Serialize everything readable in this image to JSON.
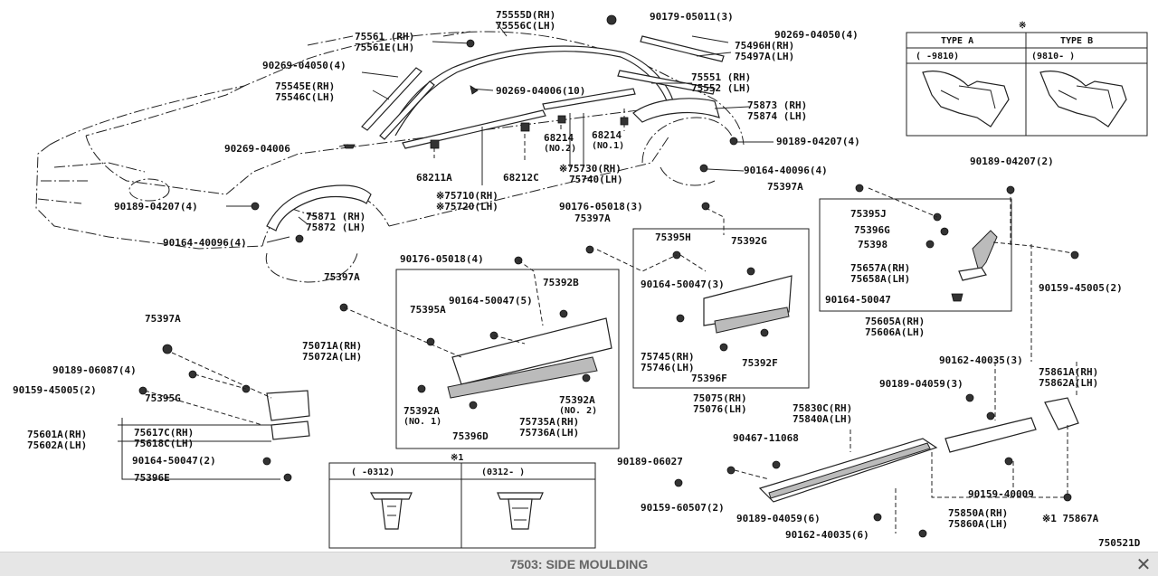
{
  "diagram": {
    "ref_code": "750521D",
    "type_table": {
      "mark": "※",
      "col_a_header": "TYPE  A",
      "col_b_header": "TYPE  B",
      "col_a_range": "(      -9810)",
      "col_b_range": "(9810-      )"
    },
    "clip_table": {
      "mark": "※1",
      "col_a_range": "(      -0312)",
      "col_b_range": "(0312-      )"
    },
    "labels": {
      "p75555d": "75555D(RH)",
      "p75556c": "75556C(LH)",
      "p90179": "90179-05011(3)",
      "p90269a": "90269-04050(4)",
      "p75496": "75496H(RH)",
      "p75497": "75497A(LH)",
      "p75561": "75561 (RH)",
      "p75561e": "75561E(LH)",
      "p90269b": "90269-04050(4)",
      "p75545e": "75545E(RH)",
      "p75546c": "75546C(LH)",
      "p90269c": "90269-04006(10)",
      "p75551": "75551 (RH)",
      "p75552": "75552 (LH)",
      "p75873": "75873 (RH)",
      "p75874": "75874 (LH)",
      "p90269d": "90269-04006",
      "p68214a": "68214",
      "p68214a_no": "(NO.2)",
      "p68214b": "68214",
      "p68214b_no": "(NO.1)",
      "p90189a": "90189-04207(4)",
      "p68211a": "68211A",
      "p68212c": "68212C",
      "p75730": "※75730(RH)",
      "p75740": "75740(LH)",
      "p90164a": "90164-40096(4)",
      "p75710": "※75710(RH)",
      "p75720": "※75720(LH)",
      "p90189b": "90189-04207(4)",
      "p75871": "75871 (RH)",
      "p75872": "75872 (LH)",
      "p90164b": "90164-40096(4)",
      "p90176a": "90176-05018(3)",
      "p75397a": "75397A",
      "p90189c": "90189-04207(2)",
      "p75397b": "75397A",
      "p75395j": "75395J",
      "p75396g": "75396G",
      "p75398": "75398",
      "p75657a": "75657A(RH)",
      "p75658a": "75658A(LH)",
      "p90164c": "90164-50047",
      "p90159a": "90159-45005(2)",
      "p75605a": "75605A(RH)",
      "p75606a": "75606A(LH)",
      "p90176b": "90176-05018(4)",
      "p75397c": "75397A",
      "p75395h": "75395H",
      "p75392g": "75392G",
      "p90164d": "90164-50047(3)",
      "p75392b": "75392B",
      "p90164e": "90164-50047(5)",
      "p75395a": "75395A",
      "p75397d": "75397A",
      "p75745": "75745(RH)",
      "p75746": "75746(LH)",
      "p75392f": "75392F",
      "p75396f": "75396F",
      "p75071a": "75071A(RH)",
      "p75072a": "75072A(LH)",
      "p75075": "75075(RH)",
      "p75076": "75076(LH)",
      "p90189d": "90189-06087(4)",
      "p90159b": "90159-45005(2)",
      "p75395g": "75395G",
      "p75392a": "75392A",
      "p75392a_no": "(NO. 2)",
      "p75392a2": "75392A",
      "p75392a2_no": "(NO. 1)",
      "p75735a": "75735A(RH)",
      "p75736a": "75736A(LH)",
      "p75396d": "75396D",
      "p75601a": "75601A(RH)",
      "p75602a": "75602A(LH)",
      "p75617c": "75617C(RH)",
      "p75618c": "75618C(LH)",
      "p90164f": "90164-50047(2)",
      "p75396e": "75396E",
      "p75830c": "75830C(RH)",
      "p75840a": "75840A(LH)",
      "p90162a": "90162-40035(3)",
      "p90189e": "90189-04059(3)",
      "p75861a": "75861A(RH)",
      "p75862a": "75862A(LH)",
      "p90467": "90467-11068",
      "p90189f": "90189-06027",
      "p90159c": "90159-60507(2)",
      "p90189g": "90189-04059(6)",
      "p90162b": "90162-40035(6)",
      "p90159d": "90159-40009",
      "p75850a": "75850A(RH)",
      "p75860a": "75860A(LH)",
      "p75867a": "※1  75867A"
    }
  },
  "bottom_bar": {
    "title": "7503: SIDE MOULDING",
    "close_icon": "close-icon"
  }
}
